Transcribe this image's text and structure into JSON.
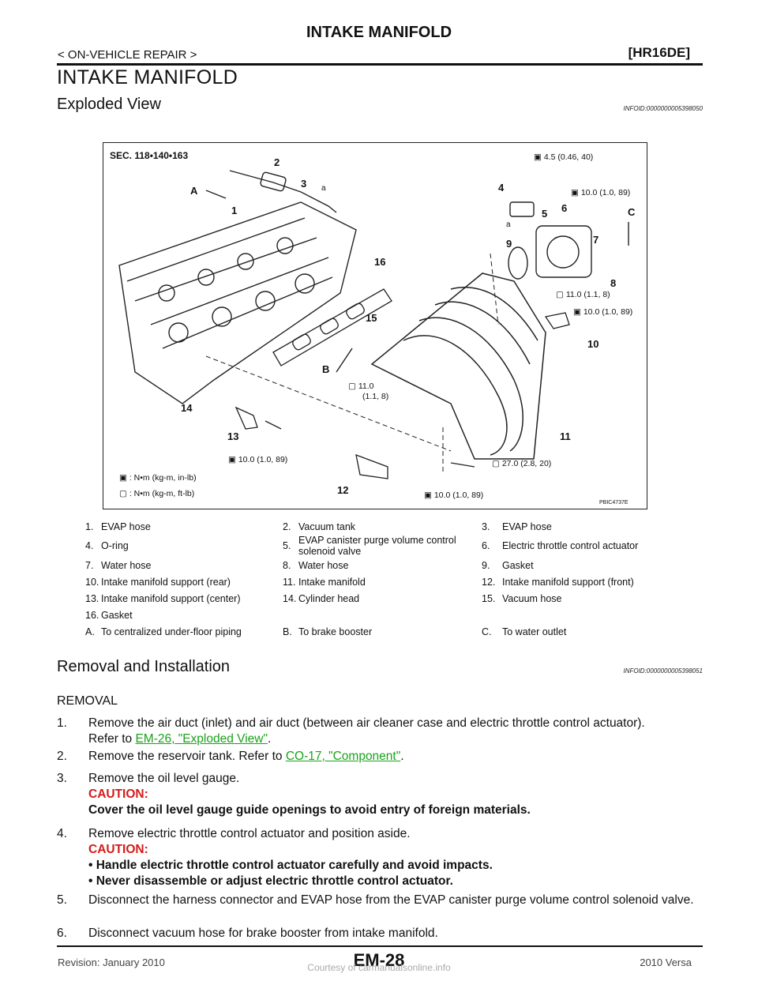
{
  "header": {
    "title": "INTAKE MANIFOLD",
    "section": "< ON-VEHICLE REPAIR >",
    "engine": "[HR16DE]"
  },
  "page_title": "INTAKE MANIFOLD",
  "exploded": {
    "heading": "Exploded View",
    "infoid": "INFOID:0000000005398050"
  },
  "figure": {
    "sec": "SEC. 118•140•163",
    "code": "PBIC4737E",
    "callouts": [
      "1",
      "2",
      "3",
      "4",
      "5",
      "6",
      "7",
      "8",
      "9",
      "10",
      "11",
      "12",
      "13",
      "14",
      "15",
      "16",
      "A",
      "B",
      "C",
      "a",
      "a"
    ],
    "torques": {
      "t1": "4.5 (0.46, 40)",
      "t2": "10.0 (1.0, 89)",
      "t3": "11.0 (1.1, 8)",
      "t4": "10.0 (1.0, 89)",
      "t5a": "11.0",
      "t5b": "(1.1, 8)",
      "t6": "10.0 (1.0, 89)",
      "t7": "27.0 (2.8, 20)",
      "t8": "10.0 (1.0, 89)"
    },
    "key_inlb": ": N•m (kg-m, in-lb)",
    "key_ftlb": ": N•m (kg-m, ft-lb)"
  },
  "legend": [
    [
      {
        "n": "1.",
        "t": "EVAP hose"
      },
      {
        "n": "2.",
        "t": "Vacuum tank"
      },
      {
        "n": "3.",
        "t": "EVAP hose"
      }
    ],
    [
      {
        "n": "4.",
        "t": "O-ring"
      },
      {
        "n": "5.",
        "t": "EVAP canister purge volume control solenoid valve"
      },
      {
        "n": "6.",
        "t": "Electric throttle control actuator"
      }
    ],
    [
      {
        "n": "7.",
        "t": "Water hose"
      },
      {
        "n": "8.",
        "t": "Water hose"
      },
      {
        "n": "9.",
        "t": "Gasket"
      }
    ],
    [
      {
        "n": "10.",
        "t": "Intake manifold support (rear)"
      },
      {
        "n": "11.",
        "t": "Intake manifold"
      },
      {
        "n": "12.",
        "t": "Intake manifold support (front)"
      }
    ],
    [
      {
        "n": "13.",
        "t": "Intake manifold support (center)"
      },
      {
        "n": "14.",
        "t": "Cylinder head"
      },
      {
        "n": "15.",
        "t": "Vacuum hose"
      }
    ],
    [
      {
        "n": "16.",
        "t": "Gasket"
      },
      {
        "n": "",
        "t": ""
      },
      {
        "n": "",
        "t": ""
      }
    ],
    [
      {
        "n": "A.",
        "t": "To centralized under-floor piping"
      },
      {
        "n": "B.",
        "t": "To brake booster"
      },
      {
        "n": "C.",
        "t": "To water outlet"
      }
    ]
  ],
  "removal": {
    "heading": "Removal and Installation",
    "infoid": "INFOID:0000000005398051",
    "sub": "REMOVAL",
    "s1_num": "1.",
    "s1_text": "Remove the air duct (inlet) and air duct (between air cleaner case and electric throttle control actuator).",
    "s1_ref_pre": "Refer to ",
    "s1_link": "EM-26, \"Exploded View\"",
    "s1_ref_post": ".",
    "s2_num": "2.",
    "s2_pre": "Remove the reservoir tank. Refer to ",
    "s2_link": "CO-17, \"Component\"",
    "s2_post": ".",
    "s3_num": "3.",
    "s3_text": "Remove the oil level gauge.",
    "caution_label": "CAUTION:",
    "s3_caution": "Cover the oil level gauge guide openings to avoid entry of foreign materials.",
    "s4_num": "4.",
    "s4_text": "Remove electric throttle control actuator and position aside.",
    "s4_c1": "• Handle electric throttle control actuator carefully and avoid impacts.",
    "s4_c2": "• Never disassemble or adjust electric throttle control actuator.",
    "s5_num": "5.",
    "s5_text": "Disconnect the harness connector and EVAP hose from the EVAP canister purge volume control solenoid valve.",
    "s6_num": "6.",
    "s6_text": "Disconnect vacuum hose for brake booster from intake manifold."
  },
  "footer": {
    "revision": "Revision: January 2010",
    "page": "EM-28",
    "model": "2010 Versa",
    "watermark": "Courtesy of carmanualsonline.info"
  }
}
